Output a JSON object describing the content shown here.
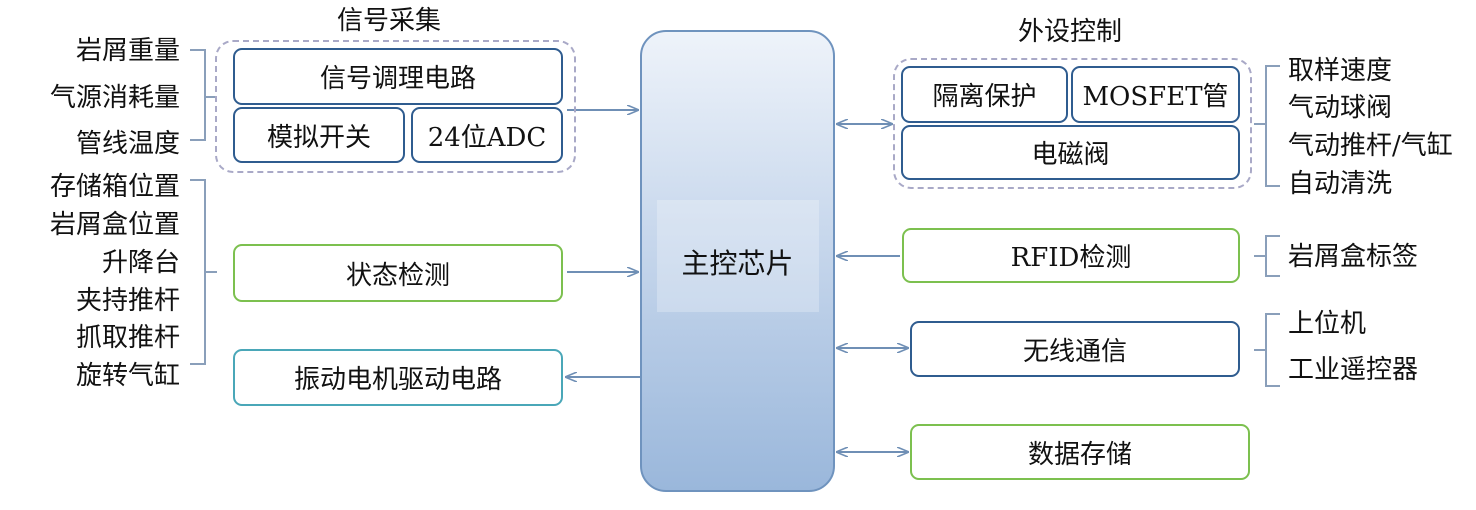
{
  "chip": {
    "label": "主控芯片"
  },
  "signal": {
    "title": "信号采集",
    "conditioning": "信号调理电路",
    "mux": "模拟开关",
    "adc": "24位ADC",
    "inputs": [
      "岩屑重量",
      "气源消耗量",
      "管线温度"
    ]
  },
  "status": {
    "label": "状态检测",
    "inputs": [
      "存储箱位置",
      "岩屑盒位置",
      "升降台",
      "夹持推杆",
      "抓取推杆",
      "旋转气缸"
    ]
  },
  "vibration": {
    "label": "振动电机驱动电路"
  },
  "peripheral": {
    "title": "外设控制",
    "isolation": "隔离保护",
    "mosfet": "MOSFET管",
    "solenoid": "电磁阀",
    "outputs": [
      "取样速度",
      "气动球阀",
      "气动推杆/气缸",
      "自动清洗"
    ]
  },
  "rfid": {
    "label": "RFID检测",
    "outputs": [
      "岩屑盒标签"
    ]
  },
  "wireless": {
    "label": "无线通信",
    "outputs": [
      "上位机",
      "工业遥控器"
    ]
  },
  "storage": {
    "label": "数据存储"
  },
  "colors": {
    "blue_border": "#2f5c8f",
    "green_border": "#7cc04f",
    "teal_border": "#4aa7b8",
    "arrow": "#6f8fb5",
    "bracket": "#8a9fba"
  }
}
